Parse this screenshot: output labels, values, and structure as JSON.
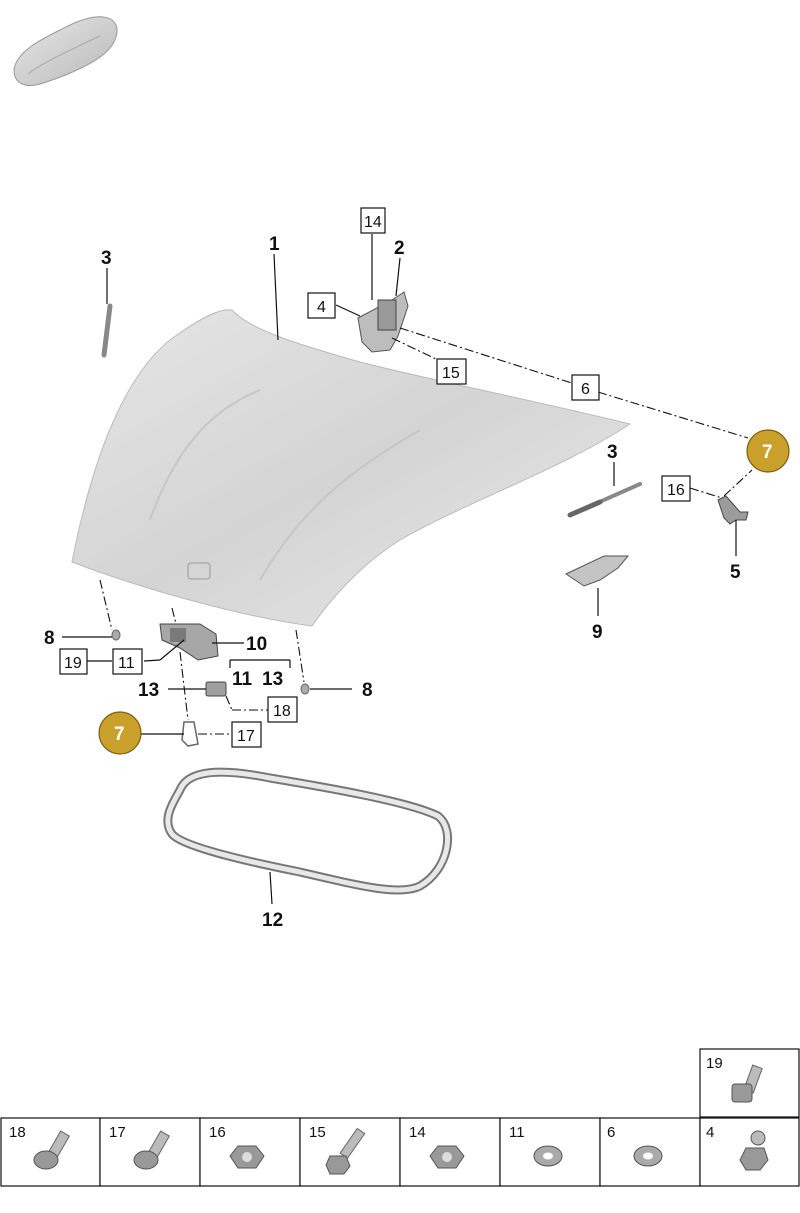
{
  "callouts": {
    "c1": "1",
    "c2": "2",
    "c3a": "3",
    "c3b": "3",
    "c4": "4",
    "c5": "5",
    "c6": "6",
    "c7a": "7",
    "c7b": "7",
    "c8a": "8",
    "c8b": "8",
    "c9": "9",
    "c10": "10",
    "c11a": "11",
    "c11b": "11",
    "c12": "12",
    "c13a": "13",
    "c13b": "13",
    "c14": "14",
    "c15": "15",
    "c16": "16",
    "c17": "17",
    "c18": "18",
    "c19": "19"
  },
  "parts_table": {
    "top_cell": "19",
    "cells": [
      "18",
      "17",
      "16",
      "15",
      "14",
      "11",
      "6",
      "4"
    ]
  },
  "colors": {
    "highlight": "#c9a02a",
    "part_fill": "#d9d9d9",
    "line": "#111111"
  },
  "icons": {
    "car": "car-thumbnail-icon",
    "hood": "hood-panel-icon",
    "seal": "hood-seal-icon"
  }
}
